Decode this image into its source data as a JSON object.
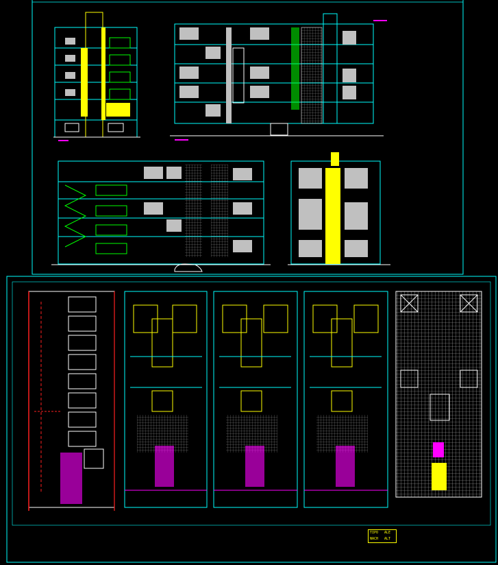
{
  "drawing": {
    "background": "#000000",
    "colors": {
      "cyan": "#00ffff",
      "yellow": "#ffff00",
      "green": "#00ff00",
      "white": "#ffffff",
      "gray": "#c0c0c0",
      "magenta": "#ff00ff",
      "red": "#ff2020",
      "blue": "#3a5bff"
    },
    "views": [
      {
        "name": "side-elevation-left"
      },
      {
        "name": "front-elevation-main"
      },
      {
        "name": "longitudinal-section"
      },
      {
        "name": "front-elevation-narrow"
      },
      {
        "name": "parking-floor-plan"
      },
      {
        "name": "typical-floor-plan-1"
      },
      {
        "name": "typical-floor-plan-2"
      },
      {
        "name": "typical-floor-plan-3"
      },
      {
        "name": "roof-plan"
      }
    ]
  },
  "title_block": {
    "row1": [
      "TIPO",
      "ALE"
    ],
    "row2": [
      "NACH",
      "ALT"
    ]
  }
}
